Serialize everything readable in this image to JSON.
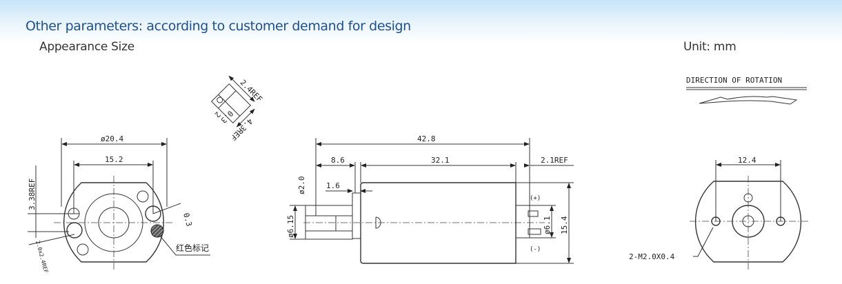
{
  "header": {
    "title": "Other parameters: according to customer demand for design",
    "subtitle": "Appearance Size",
    "unit": "Unit: mm"
  },
  "drawing": {
    "front_view": {
      "dia_outer": "ø20.4",
      "flat_width": "15.2",
      "offset_ref": "3.38REF",
      "hole_ref": "2.0x2.4REF",
      "tolerance": "0.3",
      "red_mark_label": "红色标记"
    },
    "terminal_detail": {
      "width_ref": "2.4REF",
      "height_ref": "4.3REF",
      "thickness": "0.3",
      "hole": "2"
    },
    "side_view": {
      "total_length": "42.8",
      "shaft_length": "8.6",
      "body_length": "32.1",
      "end_ref": "2.1REF",
      "shaft_dia": "ø2.0",
      "flange": "1.6",
      "boss_dia": "ø6.15",
      "end_boss_dia": "ø6.1",
      "body_height": "15.4",
      "plus": "(+)",
      "minus": "(-)"
    },
    "rear_view": {
      "direction_label": "DIRECTION OF ROTATION",
      "hole_spacing": "12.4",
      "screw_label": "2-M2.0X0.4"
    }
  }
}
